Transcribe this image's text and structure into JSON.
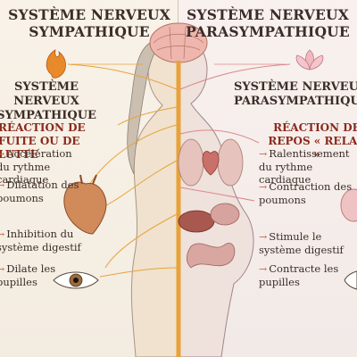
{
  "left": {
    "title": "SYSTÈME NERVEUX SYMPATHIQUE",
    "subtitle": "SYSTÈME NERVEUX SYMPATHIQUE",
    "reaction": "RÉACTION DE FUITE OU DE LUTTE",
    "items": [
      "Accélération du rythme cardiaque",
      "Dilatation des poumons",
      "Inhibition du système digestif",
      "Dilate les pupilles"
    ]
  },
  "right": {
    "title": "SYSTÈME NERVEUX PARASYMPATHIQUE",
    "subtitle": "SYSTÈME NERVEUX PARASYMPATHIQUE",
    "reaction": "RÉACTION DE REPOS « RELAX »",
    "items": [
      "Ralentissement du rythme cardiaque",
      "Contraction des poumons",
      "Stimule le système digestif",
      "Contracte les pupilles"
    ]
  },
  "icons": [
    "flame-icon",
    "lotus-icon",
    "heart-icon",
    "eye-icon"
  ],
  "colors": {
    "sympathetic": "#e8a23a",
    "parasympathetic": "#d98a8a",
    "reaction_text": "#8b2a1c"
  }
}
